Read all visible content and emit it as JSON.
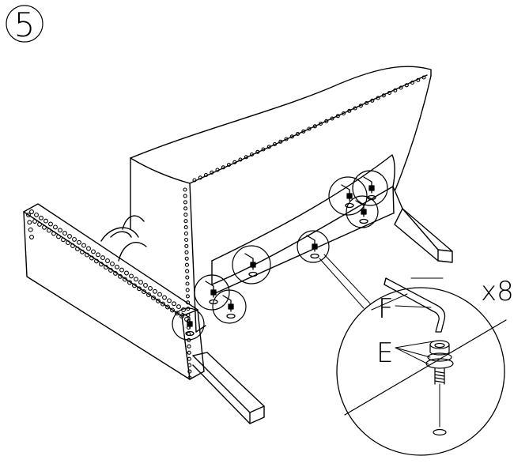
{
  "step": {
    "number": "5"
  },
  "detail": {
    "quantity": "x8"
  },
  "parts": {
    "allen_key_label": "F",
    "bolt_label": "E"
  },
  "colors": {
    "line": "#000000",
    "background": "#ffffff"
  }
}
